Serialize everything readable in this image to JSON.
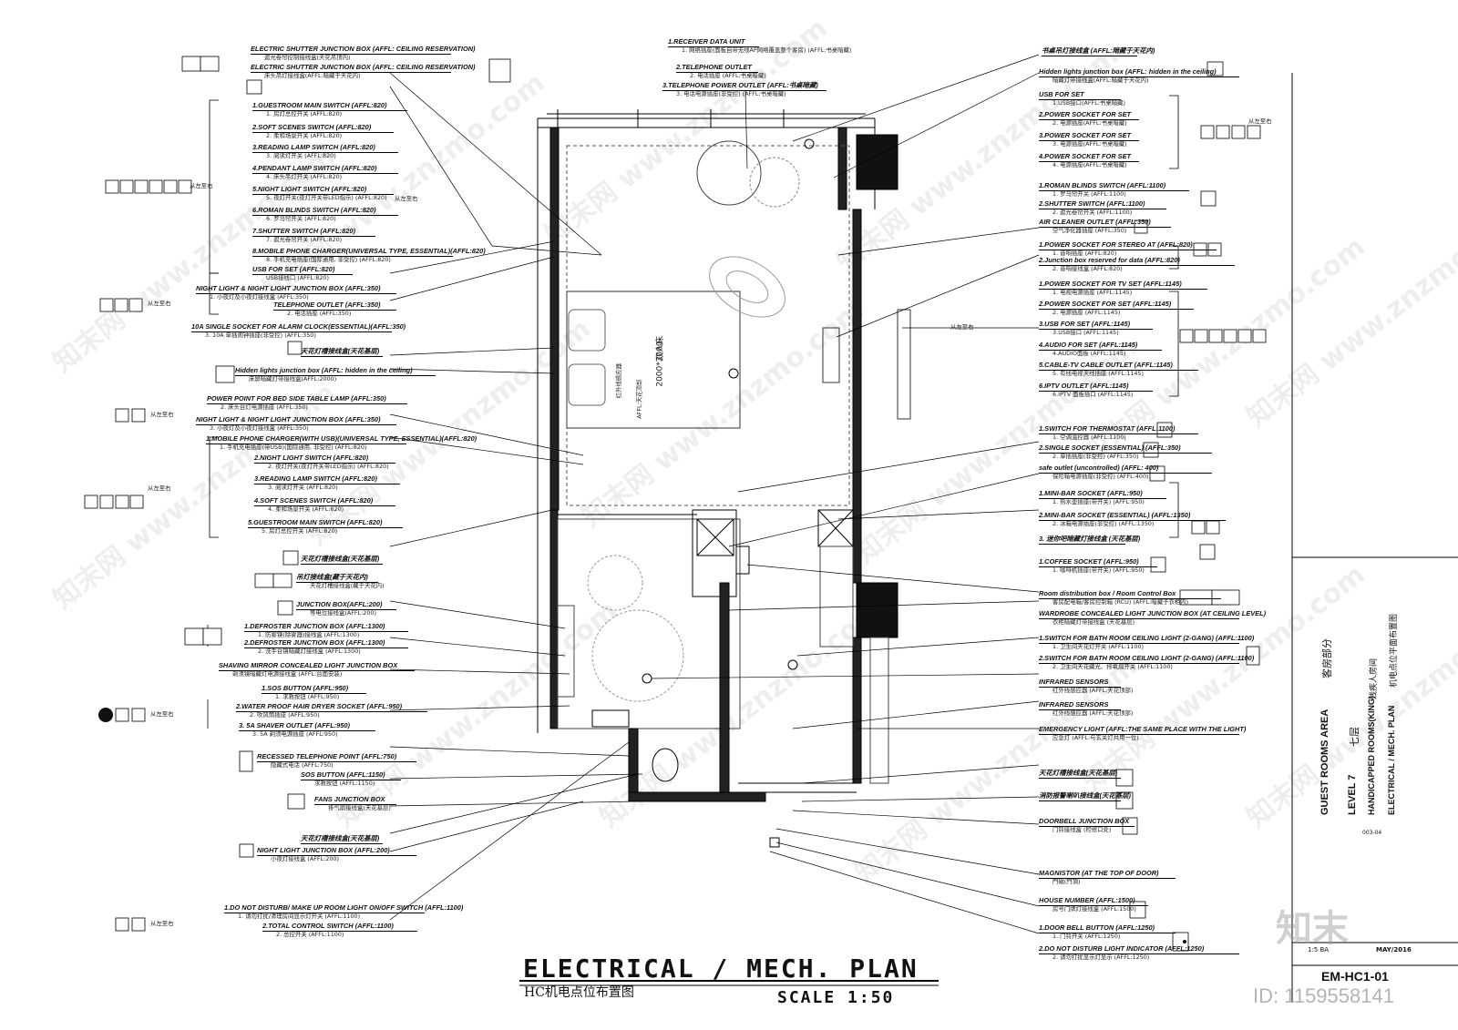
{
  "drawing": {
    "title": "ELECTRICAL / MECH. PLAN",
    "subtitle": "HC机电点位布置图",
    "scale": "SCALE 1:50",
    "code": "EM-HC1-01",
    "id_text": "ID: 1159558141",
    "watermark_logo": "知末",
    "watermark_text": "知末网 www.znzmo.com"
  },
  "titleblock": {
    "area": "GUEST ROOMS AREA",
    "area_cn": "客房部分",
    "level": "LEVEL 7",
    "level_cn": "七层",
    "room": "HANDICAPPED ROOMS(KING)",
    "room_cn": "残疾人房间",
    "plan": "ELECTRICAL / MECH. PLAN",
    "plan_cn": "机电点位平面布置图",
    "ref": "003-04",
    "date": "MAY/2016",
    "scale_short": "1:5 BA"
  },
  "room": {
    "bed_label": "双人床",
    "bed_size": "2000*2000",
    "sensor_label": "红外线感应器",
    "sensor_sub": "AFFL:天花顶部"
  },
  "left_labels": [
    {
      "t": "ELECTRIC SHUTTER JUNCTION BOX (AFFL: CEILING RESERVATION)",
      "c": "遮光卷帘控制接线盒(天花吊顶内)"
    },
    {
      "t": "ELECTRIC SHUTTER JUNCTION BOX (AFFL: CEILING RESERVATION)",
      "c": "床头吊灯接线盒(AFFL:暗藏于天花内)"
    },
    {
      "t": "1.GUESTROOM MAIN SWITCH (AFFL:820)",
      "c": "1. 房灯总控开关 (AFFL:820)"
    },
    {
      "t": "2.SOFT SCENES SWITCH (AFFL:820)",
      "c": "2. 柔和场景开关 (AFFL:820)"
    },
    {
      "t": "3.READING LAMP SWITCH (AFFL:820)",
      "c": "3. 阅读灯开关 (AFFL:820)"
    },
    {
      "t": "4.PENDANT LAMP SWITCH (AFFL:820)",
      "c": "4. 床头吊灯开关 (AFFL:820)"
    },
    {
      "t": "5.NIGHT LIGHT SWITCH (AFFL:820)",
      "c": "5. 夜灯开关(夜灯开关带LED指示) (AFFL:820)"
    },
    {
      "t": "6.ROMAN BLINDS SWITCH (AFFL:820)",
      "c": "6. 罗马帘开关 (AFFL:820)"
    },
    {
      "t": "7.SHUTTER SWITCH (AFFL:820)",
      "c": "7. 遮光卷帘开关 (AFFL:820)"
    },
    {
      "t": "8.MOBILE PHONE CHARGER(UNIVERSAL TYPE, ESSENTIAL)(AFFL:820)",
      "c": "8. 手机充电插座(国际通用, 非受控) (AFFL:820)"
    },
    {
      "t": "USB FOR SET (AFFL:820)",
      "c": "USB接线口 (AFFL:820)"
    },
    {
      "t": "NIGHT LIGHT & NIGHT LIGHT JUNCTION BOX (AFFL:350)",
      "c": "1. 小夜灯及小夜灯接线盒 (AFFL:350)"
    },
    {
      "t": "TELEPHONE OUTLET (AFFL:350)",
      "c": "2. 电话插座 (AFFL:350)"
    },
    {
      "t": "10A SINGLE SOCKET FOR ALARM CLOCK(ESSENTIAL)(AFFL:350)",
      "c": "3. 10A 单插闹钟插座(非受控) (AFFL:350)"
    },
    {
      "t": "天花灯槽接线盒(天花基层)",
      "c": ""
    },
    {
      "t": "Hidden lights junction box (AFFL: hidden in the ceiling)",
      "c": "床屏暗藏灯带接线盒(AFFL:2000)"
    },
    {
      "t": "POWER POINT FOR BED SIDE TABLE LAMP (AFFL:350)",
      "c": "2. 床头台灯电源插座 (AFFL:350)"
    },
    {
      "t": "NIGHT LIGHT & NIGHT LIGHT JUNCTION BOX (AFFL:350)",
      "c": "3. 小夜灯及小夜灯接线盒 (AFFL:350)"
    },
    {
      "t": "1.MOBILE PHONE CHARGER(WITH USB)(UNIVERSAL TYPE, ESSENTIAL)(AFFL:820)",
      "c": "1. 手机充电插座(带USB)(国际通用, 非受控) (AFFL:820)"
    },
    {
      "t": "2.NIGHT LIGHT SWITCH (AFFL:820)",
      "c": "2. 夜灯开关(夜灯开关带LED指示) (AFFL:820)"
    },
    {
      "t": "3.READING LAMP SWITCH (AFFL:820)",
      "c": "3. 阅读灯开关 (AFFL:820)"
    },
    {
      "t": "4.SOFT SCENES SWITCH (AFFL:820)",
      "c": "4. 柔和场景开关 (AFFL:820)"
    },
    {
      "t": "5.GUESTROOM MAIN SWITCH (AFFL:820)",
      "c": "5. 房灯总控开关 (AFFL:820)"
    },
    {
      "t": "天花灯槽接线盒(天花基层)",
      "c": ""
    },
    {
      "t": "吊灯接线盒(藏于天花内)",
      "c": "天花灯槽接线盒(藏于天花内)"
    },
    {
      "t": "JUNCTION BOX(AFFL:200)",
      "c": "等电位接线盒(AFFL:200)"
    },
    {
      "t": "1.DEFROSTER JUNCTION BOX (AFFL:1300)",
      "c": "1. 防雾镜(除雾器)接线盒 (AFFL:1300)"
    },
    {
      "t": "2.DEFROSTER JUNCTION BOX (AFFL:1300)",
      "c": "2. 洗手台镜暗藏灯接线盒 (AFFL:1300)"
    },
    {
      "t": "SHAVING MIRROR CONCEALED LIGHT JUNCTION BOX",
      "c": "剃须镜暗藏灯电源接线盒 (AFFL:台面安装)"
    },
    {
      "t": "1.SOS BUTTON (AFFL:950)",
      "c": "1. 求救按钮 (AFFL:950)"
    },
    {
      "t": "2.WATER PROOF HAIR DRYER SOCKET (AFFL:950)",
      "c": "2. 吹风筒插座 (AFFL:950)"
    },
    {
      "t": "3. 5A SHAVER OUTLET (AFFL:950)",
      "c": "3. 5A 剃须电源插座 (AFFL:950)"
    },
    {
      "t": "RECESSED TELEPHONE POINT (AFFL:750)",
      "c": "隐藏式电话 (AFFL:750)"
    },
    {
      "t": "SOS BUTTON (AFFL:1150)",
      "c": "求救按钮 (AFFL:1150)"
    },
    {
      "t": "FANS JUNCTION BOX",
      "c": "排气扇接线盒(天花基层)"
    },
    {
      "t": "天花灯槽接线盒(天花基层)",
      "c": ""
    },
    {
      "t": "NIGHT LIGHT JUNCTION BOX (AFFL:200)",
      "c": "小夜灯接线盒 (AFFL:200)"
    },
    {
      "t": "1.DO NOT DISTURB/ MAKE UP ROOM LIGHT ON/OFF SWITCH (AFFL:1100)",
      "c": "1. 请勿打扰/清理房间显示灯开关 (AFFL:1100)"
    },
    {
      "t": "2.TOTAL CONTROL SWITCH (AFFL:1100)",
      "c": "2. 总控开关 (AFFL:1100)"
    }
  ],
  "right_labels": [
    {
      "t": "书桌吊灯接线盒 (AFFL:暗藏于天花内)",
      "c": ""
    },
    {
      "t": "Hidden lights junction box (AFFL: hidden in the ceiling)",
      "c": "暗藏灯带接线盒(AFFL:暗藏于天花内)"
    },
    {
      "t": "USB FOR SET",
      "c": "1.USB接口(AFFL:书桌暗藏)"
    },
    {
      "t": "2.POWER SOCKET FOR SET",
      "c": "2. 电源插座(AFFL:书桌暗藏)"
    },
    {
      "t": "3.POWER SOCKET FOR SET",
      "c": "3. 电源插座(AFFL:书桌暗藏)"
    },
    {
      "t": "4.POWER SOCKET FOR SET",
      "c": "4. 电源插座(AFFL:书桌暗藏)"
    },
    {
      "t": "1.ROMAN BLINDS SWITCH (AFFL:1100)",
      "c": "1. 罗马帘开关 (AFFL:1100)"
    },
    {
      "t": "2.SHUTTER SWITCH (AFFL:1100)",
      "c": "2. 遮光卷帘开关 (AFFL:1100)"
    },
    {
      "t": "AIR CLEANER OUTLET (AFFL:350)",
      "c": "空气净化器插座 (AFFL:350)"
    },
    {
      "t": "1.POWER SOCKET FOR STEREO AT (AFFL:820)",
      "c": "1. 音响插座 (AFFL:820)"
    },
    {
      "t": "2.Junction box reserved for data (AFFL:820)",
      "c": "2. 音响接线盒 (AFFL:820)"
    },
    {
      "t": "1.POWER SOCKET FOR TV SET (AFFL:1145)",
      "c": "1. 电视电源插座 (AFFL:1145)"
    },
    {
      "t": "2.POWER SOCKET FOR SET (AFFL:1145)",
      "c": "2. 电源插座 (AFFL:1145)"
    },
    {
      "t": "3.USB FOR SET (AFFL:1145)",
      "c": "3.USB接口 (AFFL:1145)"
    },
    {
      "t": "4.AUDIO FOR SET (AFFL:1145)",
      "c": "4.AUDIO面板 (AFFL:1145)"
    },
    {
      "t": "5.CABLE-TV CABLE OUTLET (AFFL:1145)",
      "c": "5. 有线电视天线插座 (AFFL:1145)"
    },
    {
      "t": "6.IPTV OUTLET (AFFL:1145)",
      "c": "6.IPTV 面板插口 (AFFL:1145)"
    },
    {
      "t": "1.SWITCH FOR THERMOSTAT (AFFL:1100)",
      "c": "1. 空调温控器 (AFFL:1100)"
    },
    {
      "t": "2.SINGLE SOCKET (ESSENTIAL) (AFFL:350)",
      "c": "2. 单插插座(非受控) (AFFL:350)"
    },
    {
      "t": "safe outlet (uncontrolled) (AFFL: 400)",
      "c": "保险箱电源插座(非受控) (AFFL:400)"
    },
    {
      "t": "1.MINI-BAR SOCKET (AFFL:950)",
      "c": "1. 热水壶插座(带开关) (AFFL:950)"
    },
    {
      "t": "2.MINI-BAR SOCKET (ESSENTIAL) (AFFL:1350)",
      "c": "2. 冰箱电源插座(非受控) (AFFL:1350)"
    },
    {
      "t": "3. 迷你吧暗藏灯接线盒 (天花基层)",
      "c": ""
    },
    {
      "t": "1.COFFEE SOCKET (AFFL:950)",
      "c": "1. 咖啡机插座(带开关) (AFFL:950)"
    },
    {
      "t": "Room distribution box / Room Control Box",
      "c": "客房配电箱/客房控制箱 (RCU) (AFFL:暗藏于衣柜内)"
    },
    {
      "t": "WARDROBE CONCEALED LIGHT JUNCTION BOX (AT CEILING LEVEL)",
      "c": "衣柜暗藏灯带接线盒 (天花基层)"
    },
    {
      "t": "1.SWITCH FOR BATH ROOM CEILING LIGHT (2-GANG) (AFFL:1100)",
      "c": "1. 卫生间天花灯开关 (AFFL:1100)"
    },
    {
      "t": "2.SWITCH FOR BATH ROOM CEILING LIGHT (2-GANG) (AFFL:1100)",
      "c": "2. 卫生间天花藏光、排氧扇开关 (AFFL:1100)"
    },
    {
      "t": "INFRARED SENSORS",
      "c": "红外线感应器 (AFFL:天花顶部)"
    },
    {
      "t": "INFRARED SENSORS",
      "c": "红外线感应器 (AFFL:天花顶部)"
    },
    {
      "t": "EMERGENCY LIGHT (AFFL:THE SAME PLACE WITH THE LIGHT)",
      "c": "应急灯 (AFFL:与玄关灯共用一位)"
    },
    {
      "t": "天花灯槽接线盒(天花基层)",
      "c": ""
    },
    {
      "t": "消防报警喇叭接线盒(天花基层)",
      "c": ""
    },
    {
      "t": "DOORBELL JUNCTION BOX",
      "c": "门铃接线盒 (检修口处)"
    },
    {
      "t": "MAGNISTOR (AT THE TOP OF DOOR)",
      "c": "門磁(門頂)"
    },
    {
      "t": "HOUSE NUMBER (AFFL:1500)",
      "c": "房号门牌灯接线盒 (AFFL:1500)"
    },
    {
      "t": "1.DOOR BELL BUTTON (AFFL:1250)",
      "c": "1. 门铃开关 (AFFL:1250)"
    },
    {
      "t": "2.DO NOT DISTURB LIGHT INDICATOR (AFFL:1250)",
      "c": "2. 请勿打扰显示灯显示 (AFFL:1250)"
    }
  ],
  "top_labels": [
    {
      "t": "1.RECEIVER DATA UNIT",
      "c": "1. 网络插座(面板自带无线AP网络覆盖整个客房) (AFFL:书桌暗藏)"
    },
    {
      "t": "2.TELEPHONE OUTLET",
      "c": "2. 电话插座 (AFFL:书桌暗藏)"
    },
    {
      "t": "3.TELEPHONE POWER OUTLET (AFFL:书桌暗藏)",
      "c": "3. 电话电源插座(非受控) (AFFL:书桌暗藏)"
    }
  ],
  "direction_note": "从左至右"
}
